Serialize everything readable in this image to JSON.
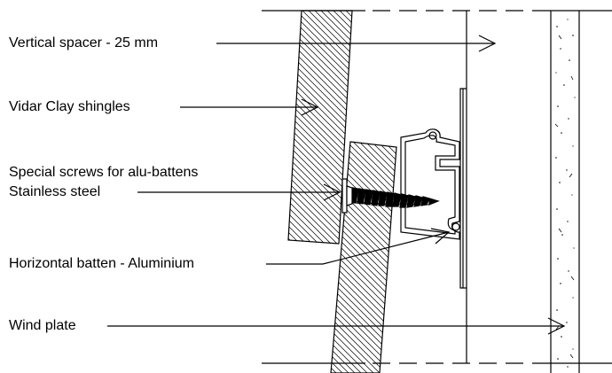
{
  "labels": {
    "vertical_spacer": "Vertical spacer - 25 mm",
    "shingles": "Vidar Clay shingles",
    "screws_line1": "Special screws for alu-battens",
    "screws_line2": "Stainless steel",
    "batten": "Horizontal batten - Aluminium",
    "wind_plate": "Wind plate"
  },
  "colors": {
    "stroke": "#000000",
    "background": "#ffffff"
  }
}
